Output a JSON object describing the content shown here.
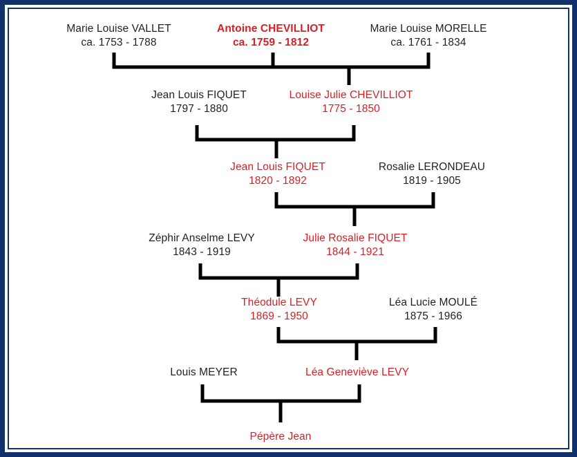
{
  "chart": {
    "type": "genealogy-descendant-tree",
    "title": "",
    "colors": {
      "frame": "#12306b",
      "background": "#ffffff",
      "line": "#000000",
      "text": "#231f20",
      "highlight": "#d81f26"
    },
    "generations": [
      {
        "index": 1,
        "people": [
          {
            "id": "vallet",
            "name": "Marie Louise VALLET",
            "dates": "ca. 1753 - 1788",
            "style": "normal"
          },
          {
            "id": "chevilliot_a",
            "name": "Antoine CHEVILLIOT",
            "dates": "ca. 1759 - 1812",
            "style": "root"
          },
          {
            "id": "morelle",
            "name": "Marie Louise MORELLE",
            "dates": "ca. 1761 - 1834",
            "style": "normal"
          }
        ]
      },
      {
        "index": 2,
        "people": [
          {
            "id": "fiquet_jl1",
            "name": "Jean Louis FIQUET",
            "dates": "1797 - 1880",
            "style": "normal"
          },
          {
            "id": "chevilliot_lj",
            "name": "Louise Julie CHEVILLIOT",
            "dates": "1775 - 1850",
            "style": "highlight"
          }
        ]
      },
      {
        "index": 3,
        "people": [
          {
            "id": "fiquet_jl2",
            "name": "Jean Louis FIQUET",
            "dates": "1820 - 1892",
            "style": "highlight"
          },
          {
            "id": "lerondeau",
            "name": "Rosalie LERONDEAU",
            "dates": "1819 - 1905",
            "style": "normal"
          }
        ]
      },
      {
        "index": 4,
        "people": [
          {
            "id": "levy_za",
            "name": "Zéphir Anselme LEVY",
            "dates": "1843 - 1919",
            "style": "normal"
          },
          {
            "id": "fiquet_jr",
            "name": "Julie Rosalie FIQUET",
            "dates": "1844 - 1921",
            "style": "highlight"
          }
        ]
      },
      {
        "index": 5,
        "people": [
          {
            "id": "levy_th",
            "name": "Théodule LEVY",
            "dates": "1869 - 1950",
            "style": "highlight"
          },
          {
            "id": "moule",
            "name": "Léa Lucie MOULÉ",
            "dates": "1875 - 1966",
            "style": "normal"
          }
        ]
      },
      {
        "index": 6,
        "people": [
          {
            "id": "meyer",
            "name": "Louis MEYER",
            "dates": "",
            "style": "normal"
          },
          {
            "id": "levy_lg",
            "name": "Léa Geneviève LEVY",
            "dates": "",
            "style": "highlight"
          }
        ]
      },
      {
        "index": 7,
        "people": [
          {
            "id": "pepere",
            "name": "Pépère Jean",
            "dates": "",
            "style": "highlight"
          }
        ]
      }
    ]
  }
}
